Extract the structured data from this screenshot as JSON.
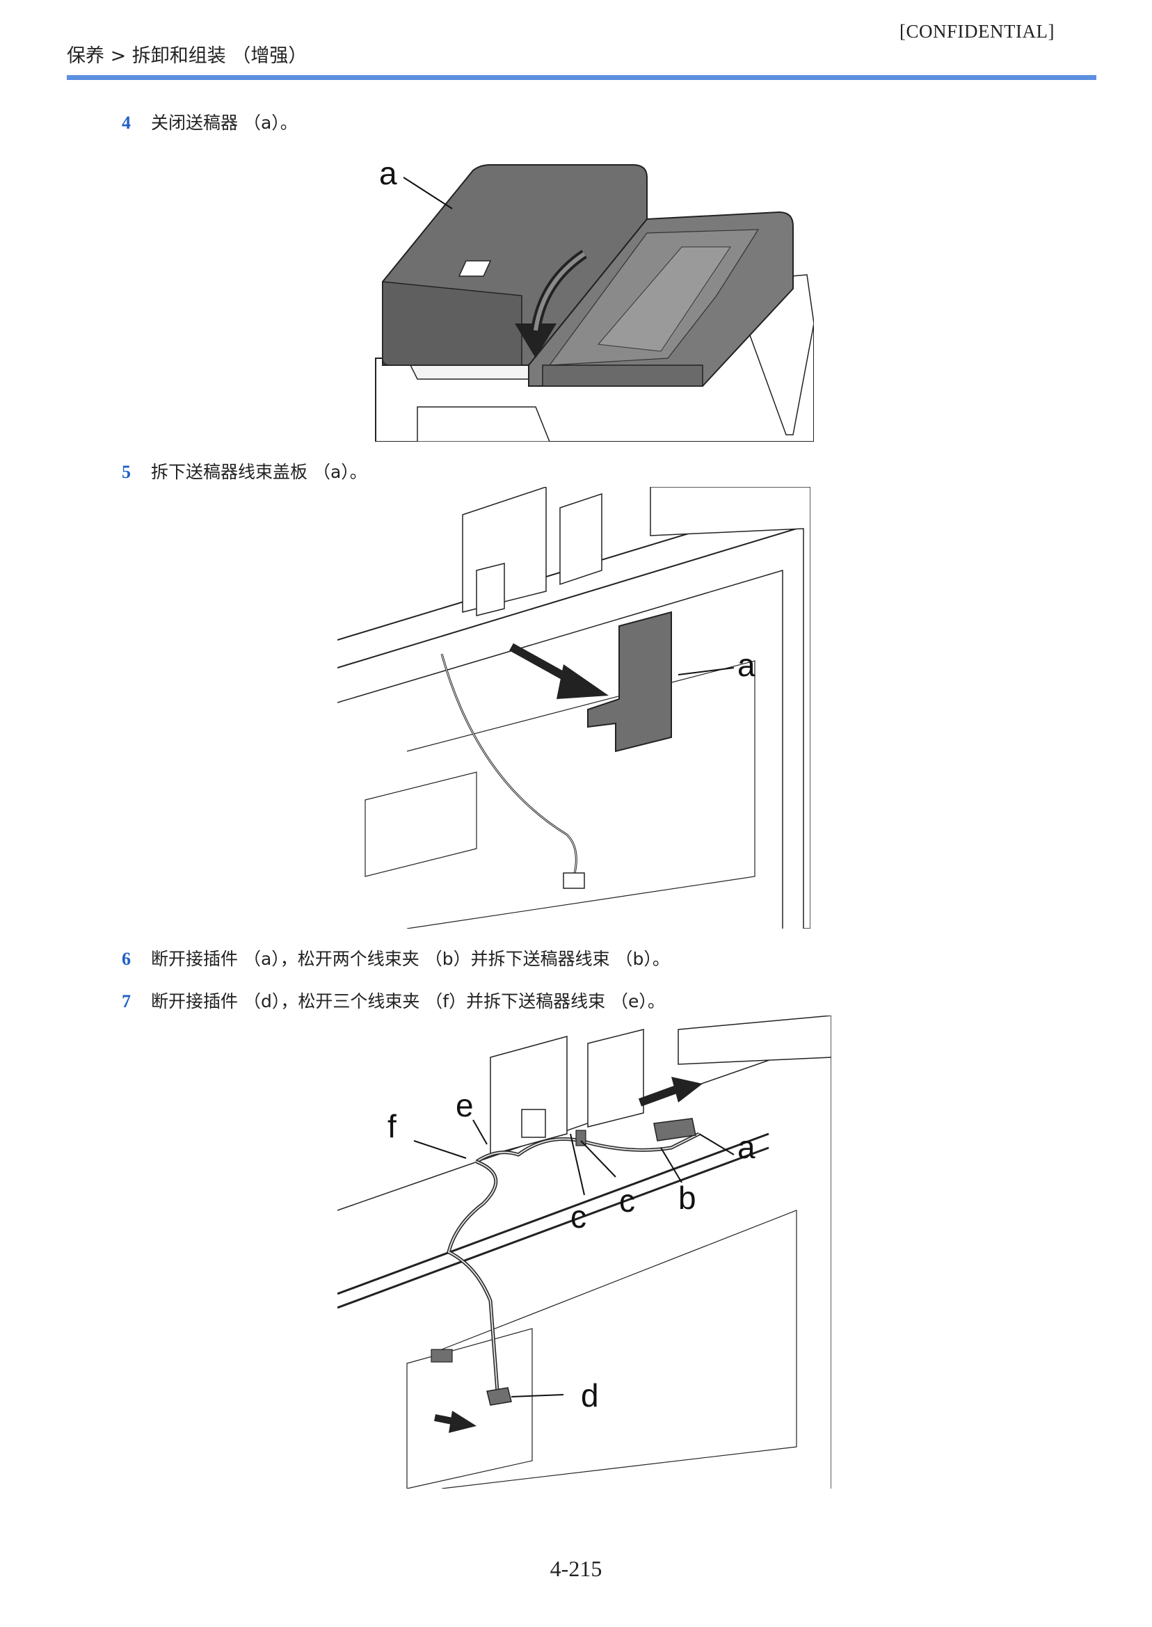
{
  "header": {
    "breadcrumb": "保养 > 拆卸和组装 （增强）",
    "confidential": "[CONFIDENTIAL]"
  },
  "steps": [
    {
      "number": "4",
      "text": "关闭送稿器 （a）。"
    },
    {
      "number": "5",
      "text": "拆下送稿器线束盖板 （a）。"
    },
    {
      "number": "6",
      "text": "断开接插件 （a），松开两个线束夹 （b）并拆下送稿器线束 （b）。"
    },
    {
      "number": "7",
      "text": "断开接插件 （d），松开三个线束夹 （f）并拆下送稿器线束 （e）。"
    }
  ],
  "figures": {
    "fig1": {
      "label_a": "a"
    },
    "fig2": {
      "label_a": "a"
    },
    "fig3": {
      "label_a": "a",
      "label_b": "b",
      "label_c1": "c",
      "label_c2": "c",
      "label_d": "d",
      "label_e": "e",
      "label_f": "f"
    }
  },
  "footer": {
    "page_number": "4-215"
  },
  "colors": {
    "accent_rule": "#5b8fe0",
    "step_number": "#1f5fc7",
    "part_fill": "#6f6f6f"
  }
}
